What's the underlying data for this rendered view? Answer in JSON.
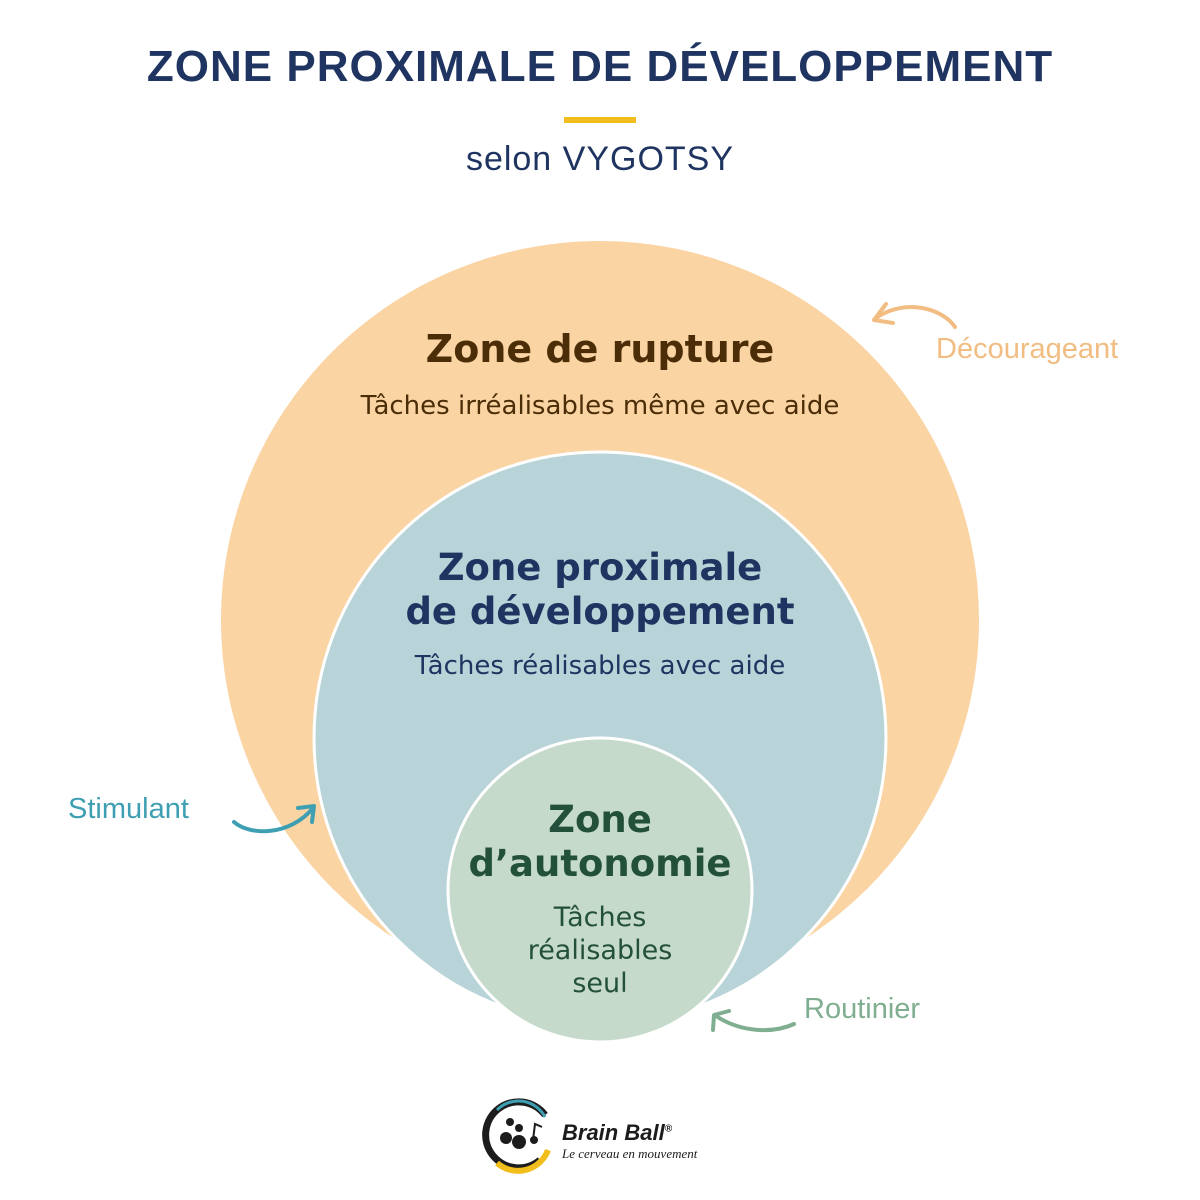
{
  "header": {
    "title": "ZONE PROXIMALE DE DÉVELOPPEMENT",
    "subtitle": "selon VYGOTSY"
  },
  "zones": {
    "rupture": {
      "title": "Zone de rupture",
      "description": "Tâches irréalisables même avec aide",
      "color": "#fad4a3"
    },
    "zpd": {
      "title_line1": "Zone proximale",
      "title_line2": "de développement",
      "description": "Tâches réalisables avec aide",
      "color": "#b8d4d8"
    },
    "autonomie": {
      "title_line1": "Zone",
      "title_line2": "d’autonomie",
      "description_line1": "Tâches",
      "description_line2": "réalisables",
      "description_line3": "seul",
      "color": "#c6dacb"
    }
  },
  "annotations": {
    "decourageant": "Décourageant",
    "stimulant": "Stimulant",
    "routinier": "Routinier"
  },
  "logo": {
    "name": "Brain Ball",
    "registered": "®",
    "tagline": "Le cerveau en mouvement"
  },
  "colors": {
    "title": "#1f3460",
    "accent": "#f2be1e",
    "decourageant": "#f1bd82",
    "stimulant": "#3f9fb2",
    "routinier": "#7fae91"
  }
}
